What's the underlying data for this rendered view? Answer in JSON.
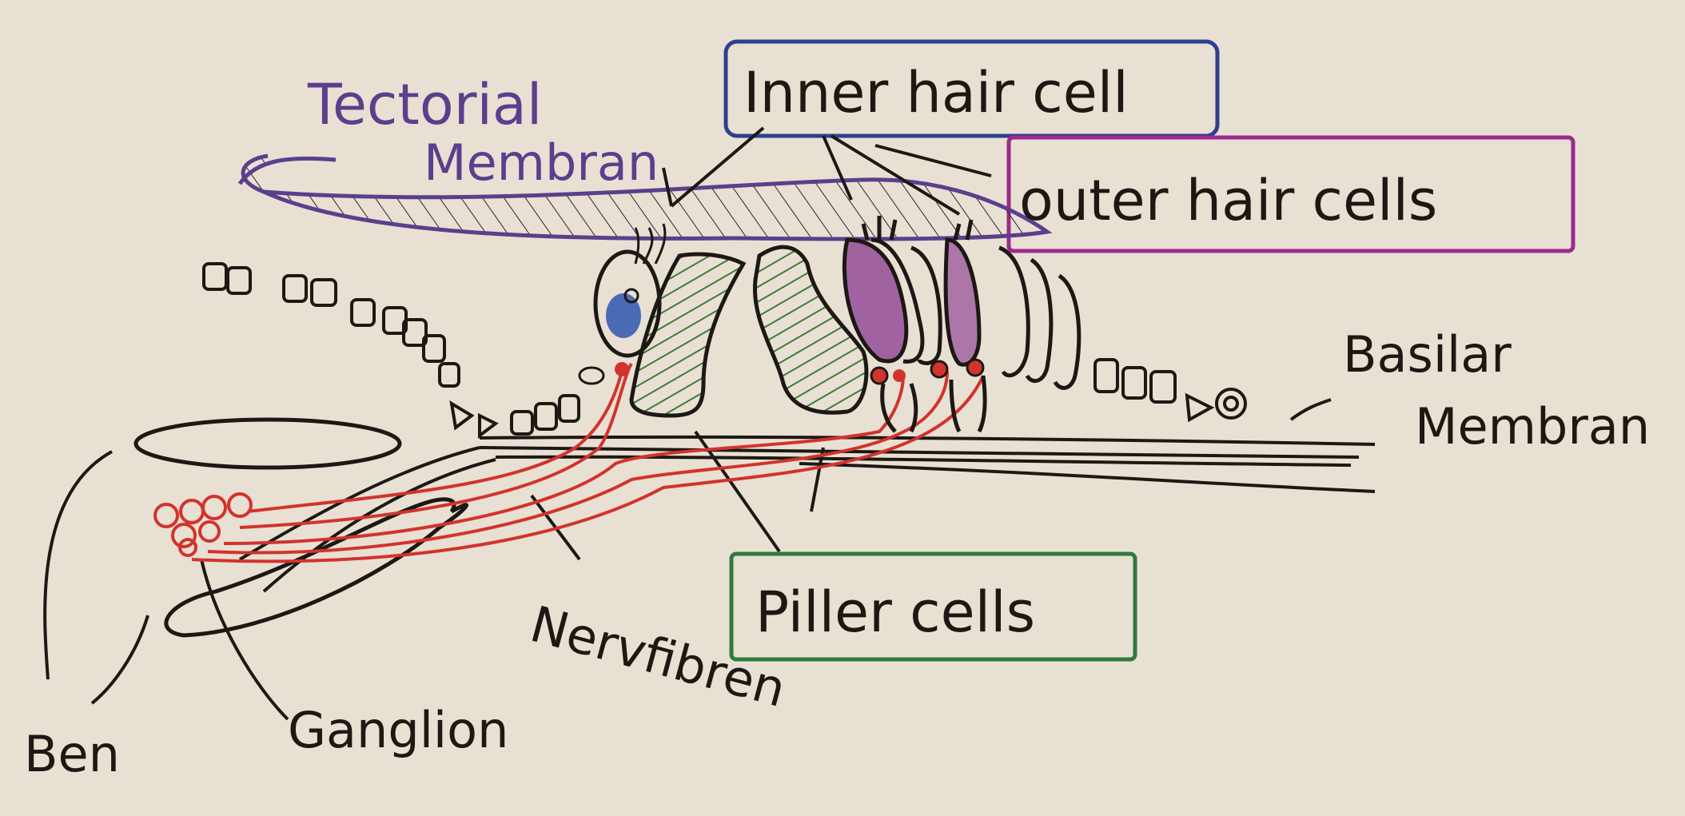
{
  "labels": {
    "tectorial_line1": "Tectorial",
    "tectorial_line2": "Membran",
    "inner_hair_cell": "Inner hair cell",
    "outer_hair_cells": "outer hair cells",
    "basilar_line1": "Basilar",
    "basilar_line2": "Membran",
    "piller_cells": "Piller cells",
    "nerve_fibres": "Nervfibren",
    "ganglion": "Ganglion",
    "bone": "Ben"
  },
  "colors": {
    "paper": "#e8e0d3",
    "ink": "#1c1813",
    "tectorial": "#5b3f8c",
    "inner_box": "#2e3f8f",
    "outer_box": "#9c2a8c",
    "pillar_fill": "#3f7a3a",
    "pillar_box": "#2f7a3e",
    "nerve": "#d2332d",
    "inner_cell_nucleus": "#2f55b0",
    "outer_cell_fill": "#7a1f86"
  }
}
